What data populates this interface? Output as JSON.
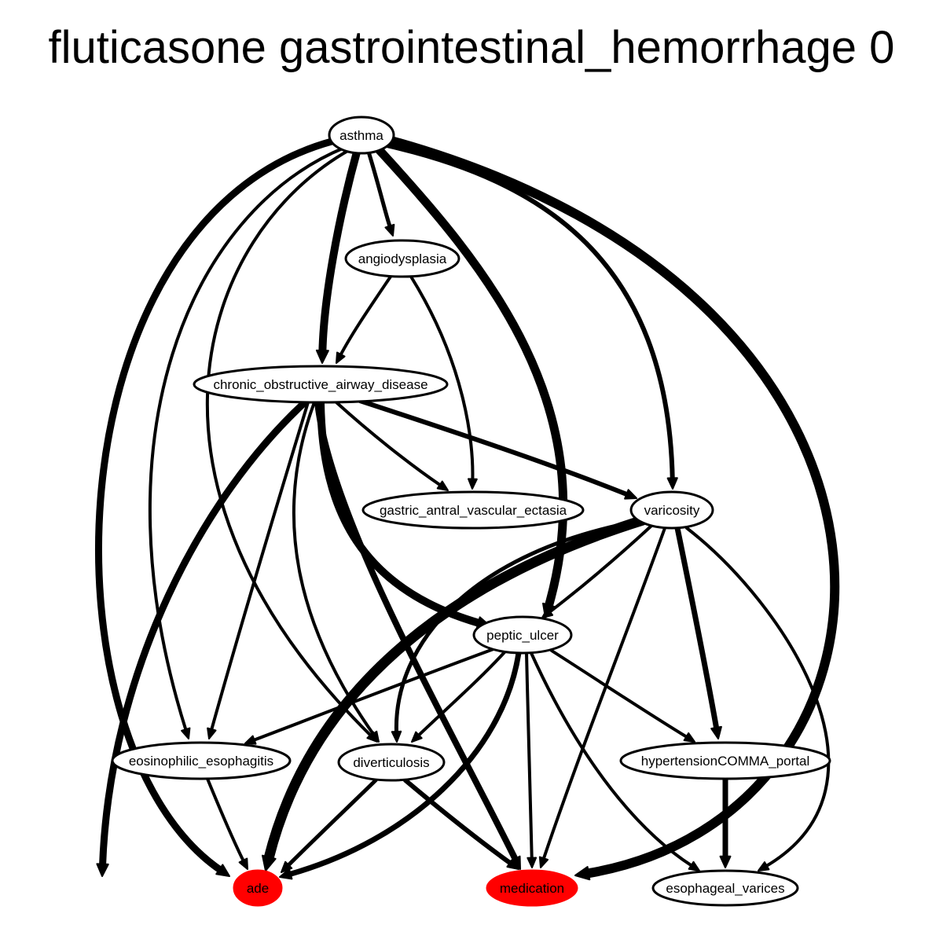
{
  "title": "fluticasone gastrointestinal_hemorrhage 0",
  "colors": {
    "edge": "#000000",
    "node_fill": "#ffffff",
    "highlight_fill": "#ff0000"
  },
  "nodes": [
    {
      "id": "asthma",
      "label": "asthma",
      "highlight": false
    },
    {
      "id": "angiodysplasia",
      "label": "angiodysplasia",
      "highlight": false
    },
    {
      "id": "copd",
      "label": "chronic_obstructive_airway_disease",
      "highlight": false
    },
    {
      "id": "gave",
      "label": "gastric_antral_vascular_ectasia",
      "highlight": false
    },
    {
      "id": "varicosity",
      "label": "varicosity",
      "highlight": false
    },
    {
      "id": "peptic_ulcer",
      "label": "peptic_ulcer",
      "highlight": false
    },
    {
      "id": "eos_esoph",
      "label": "eosinophilic_esophagitis",
      "highlight": false
    },
    {
      "id": "diverticulosis",
      "label": "diverticulosis",
      "highlight": false
    },
    {
      "id": "portal_htn",
      "label": "hypertensionCOMMA_portal",
      "highlight": false
    },
    {
      "id": "ade",
      "label": "ade",
      "highlight": true
    },
    {
      "id": "medication",
      "label": "medication",
      "highlight": true
    },
    {
      "id": "esoph_varices",
      "label": "esophageal_varices",
      "highlight": false
    }
  ],
  "edges": [
    {
      "from": "asthma",
      "to": "angiodysplasia",
      "weight": 5
    },
    {
      "from": "asthma",
      "to": "copd",
      "weight": 10
    },
    {
      "from": "asthma",
      "to": "varicosity",
      "weight": 6
    },
    {
      "from": "asthma",
      "to": "peptic_ulcer",
      "weight": 11
    },
    {
      "from": "asthma",
      "to": "eos_esoph",
      "weight": 4
    },
    {
      "from": "asthma",
      "to": "diverticulosis",
      "weight": 4
    },
    {
      "from": "asthma",
      "to": "ade",
      "weight": 9
    },
    {
      "from": "asthma",
      "to": "medication",
      "weight": 12
    },
    {
      "from": "angiodysplasia",
      "to": "copd",
      "weight": 4
    },
    {
      "from": "angiodysplasia",
      "to": "gave",
      "weight": 4
    },
    {
      "from": "copd",
      "to": "gave",
      "weight": 4
    },
    {
      "from": "copd",
      "to": "varicosity",
      "weight": 6
    },
    {
      "from": "copd",
      "to": "peptic_ulcer",
      "weight": 10
    },
    {
      "from": "copd",
      "to": "eos_esoph",
      "weight": 4
    },
    {
      "from": "copd",
      "to": "diverticulosis",
      "weight": 4
    },
    {
      "from": "copd",
      "to": "ade",
      "weight": 9
    },
    {
      "from": "copd",
      "to": "medication",
      "weight": 8
    },
    {
      "from": "varicosity",
      "to": "peptic_ulcer",
      "weight": 4
    },
    {
      "from": "varicosity",
      "to": "diverticulosis",
      "weight": 5
    },
    {
      "from": "varicosity",
      "to": "portal_htn",
      "weight": 7
    },
    {
      "from": "varicosity",
      "to": "ade",
      "weight": 13
    },
    {
      "from": "varicosity",
      "to": "medication",
      "weight": 4
    },
    {
      "from": "varicosity",
      "to": "esoph_varices",
      "weight": 4
    },
    {
      "from": "peptic_ulcer",
      "to": "eos_esoph",
      "weight": 4
    },
    {
      "from": "peptic_ulcer",
      "to": "diverticulosis",
      "weight": 4
    },
    {
      "from": "peptic_ulcer",
      "to": "portal_htn",
      "weight": 4
    },
    {
      "from": "peptic_ulcer",
      "to": "ade",
      "weight": 7
    },
    {
      "from": "peptic_ulcer",
      "to": "medication",
      "weight": 4
    },
    {
      "from": "peptic_ulcer",
      "to": "esoph_varices",
      "weight": 4
    },
    {
      "from": "eos_esoph",
      "to": "ade",
      "weight": 4
    },
    {
      "from": "diverticulosis",
      "to": "ade",
      "weight": 5
    },
    {
      "from": "diverticulosis",
      "to": "medication",
      "weight": 6
    },
    {
      "from": "portal_htn",
      "to": "esoph_varices",
      "weight": 7
    }
  ]
}
